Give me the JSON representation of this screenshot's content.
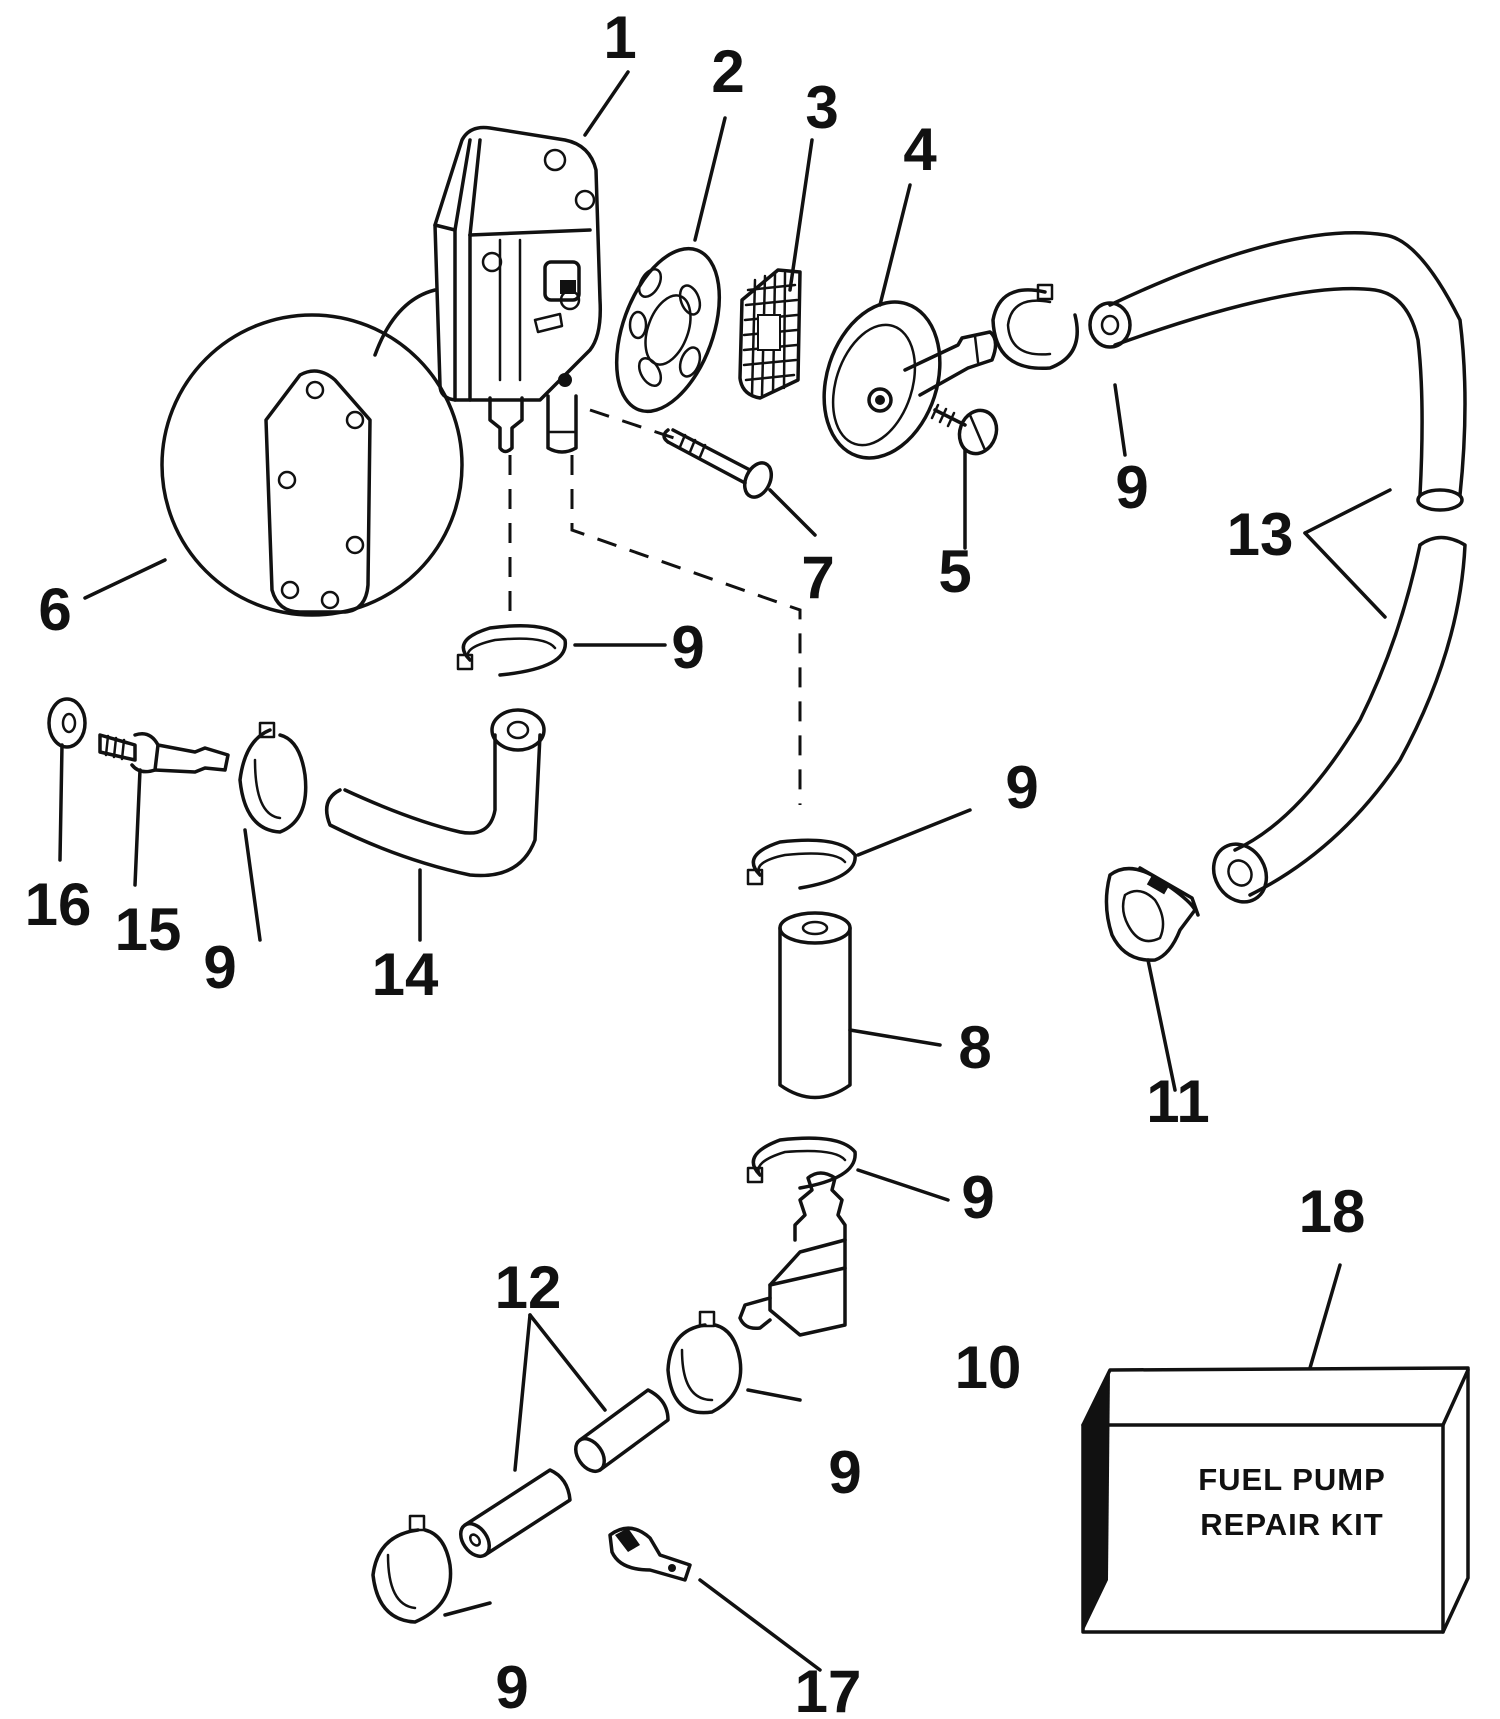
{
  "callouts": {
    "c1": "1",
    "c2": "2",
    "c3": "3",
    "c4": "4",
    "c5": "5",
    "c6": "6",
    "c7": "7",
    "c8": "8",
    "c9": "9",
    "c10": "10",
    "c11": "11",
    "c12": "12",
    "c13": "13",
    "c14": "14",
    "c15": "15",
    "c16": "16",
    "c17": "17",
    "c18": "18"
  },
  "kit": {
    "line1": "FUEL PUMP",
    "line2": "REPAIR KIT"
  },
  "colors": {
    "ink": "#111111",
    "paper": "#ffffff"
  }
}
